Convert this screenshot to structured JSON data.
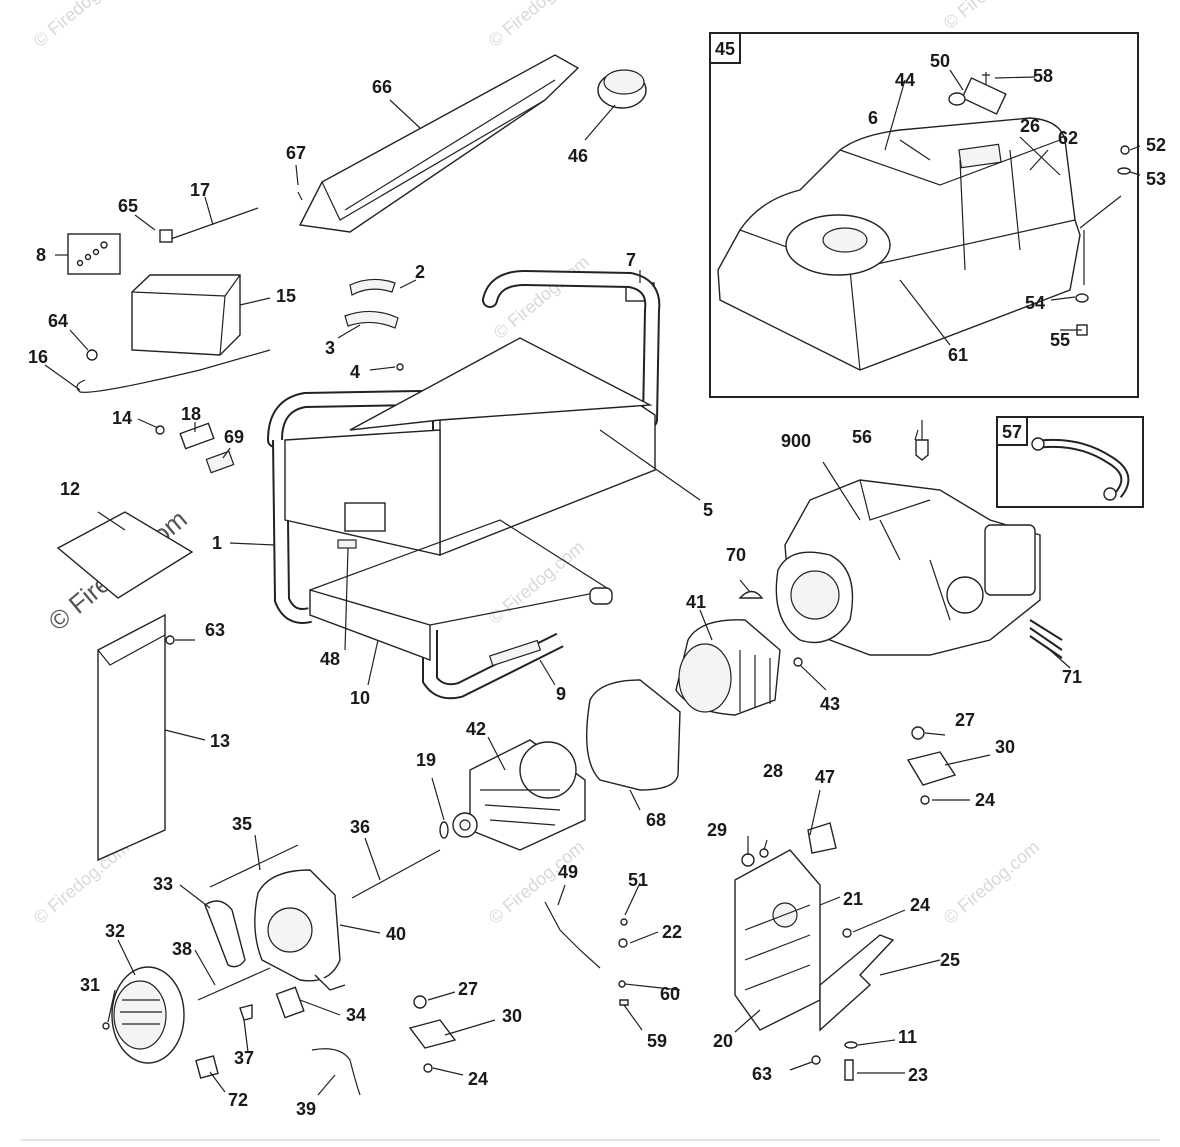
{
  "watermark": {
    "text": "© Firedog.com",
    "color": "#d8d8d8"
  },
  "colors": {
    "ink": "#222222",
    "background": "#ffffff"
  },
  "groups": {
    "fuel_tank": "45",
    "fuel_hose": "57"
  },
  "labels": {
    "l1": "1",
    "l2": "2",
    "l3": "3",
    "l4": "4",
    "l5": "5",
    "l6": "6",
    "l7": "7",
    "l8": "8",
    "l9": "9",
    "l10": "10",
    "l11": "11",
    "l12": "12",
    "l13": "13",
    "l14": "14",
    "l15": "15",
    "l16": "16",
    "l17": "17",
    "l18": "18",
    "l19": "19",
    "l20": "20",
    "l21": "21",
    "l22": "22",
    "l23": "23",
    "l24a": "24",
    "l24b": "24",
    "l24c": "24",
    "l25": "25",
    "l26": "26",
    "l27a": "27",
    "l27b": "27",
    "l28": "28",
    "l29": "29",
    "l30a": "30",
    "l30b": "30",
    "l31": "31",
    "l32": "32",
    "l33": "33",
    "l34": "34",
    "l35": "35",
    "l36": "36",
    "l37": "37",
    "l38": "38",
    "l39": "39",
    "l40": "40",
    "l41": "41",
    "l42": "42",
    "l43": "43",
    "l44": "44",
    "l46": "46",
    "l47": "47",
    "l48": "48",
    "l49": "49",
    "l50": "50",
    "l51": "51",
    "l52": "52",
    "l53": "53",
    "l54": "54",
    "l55": "55",
    "l56": "56",
    "l58": "58",
    "l59": "59",
    "l60": "60",
    "l61": "61",
    "l62": "62",
    "l63a": "63",
    "l63b": "63",
    "l64": "64",
    "l65": "65",
    "l66": "66",
    "l67": "67",
    "l68": "68",
    "l69": "69",
    "l70": "70",
    "l71": "71",
    "l72": "72",
    "l900": "900"
  }
}
